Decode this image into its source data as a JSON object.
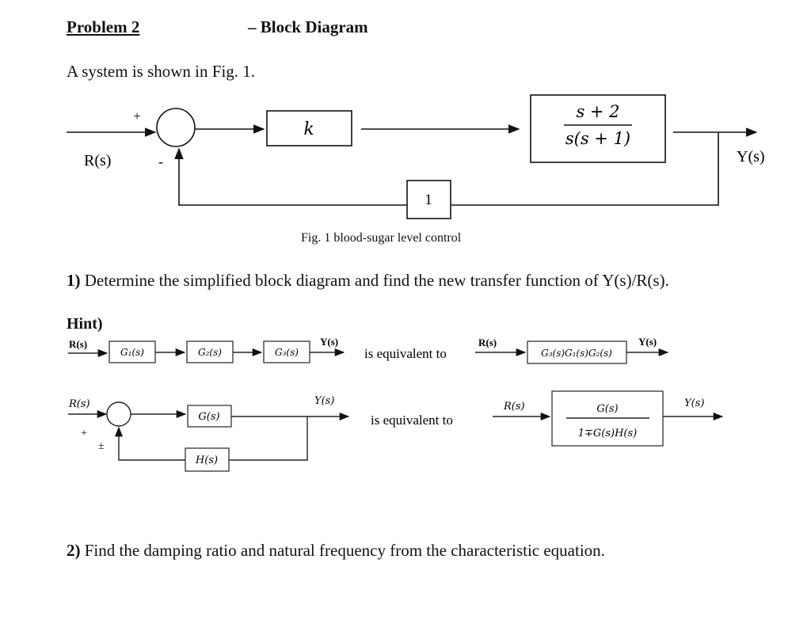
{
  "header": {
    "problem_label": "Problem 2",
    "title": "– Block Diagram"
  },
  "intro": "A system is shown in Fig. 1.",
  "figure1": {
    "input_label": "R(s)",
    "output_label": "Y(s)",
    "plus_sign": "+",
    "minus_sign": "-",
    "gain_block": "k",
    "plant_numerator": "s + 2",
    "plant_denominator": "s(s + 1)",
    "feedback_block": "1",
    "caption": "Fig. 1 blood-sugar level control"
  },
  "question1": {
    "number": "1)",
    "text": " Determine the simplified block diagram and find the new transfer function of Y(s)/R(s)."
  },
  "hint": {
    "label": "Hint)",
    "series": {
      "input": "R(s)",
      "g1": "G₁(s)",
      "g2": "G₂(s)",
      "g3": "G₃(s)",
      "output": "Y(s)",
      "equiv_text": "is equivalent to",
      "eq_input": "R(s)",
      "eq_block": "G₃(s)G₁(s)G₂(s)",
      "eq_output": "Y(s)"
    },
    "feedback": {
      "input": "R(s)",
      "plus": "+",
      "plusminus": "±",
      "forward": "G(s)",
      "back": "H(s)",
      "output": "Y(s)",
      "equiv_text": "is equivalent to",
      "eq_input": "R(s)",
      "eq_num": "G(s)",
      "eq_den": "1∓G(s)H(s)",
      "eq_output": "Y(s)"
    }
  },
  "question2": {
    "number": "2)",
    "text": " Find the damping ratio and natural frequency from the characteristic equation."
  }
}
